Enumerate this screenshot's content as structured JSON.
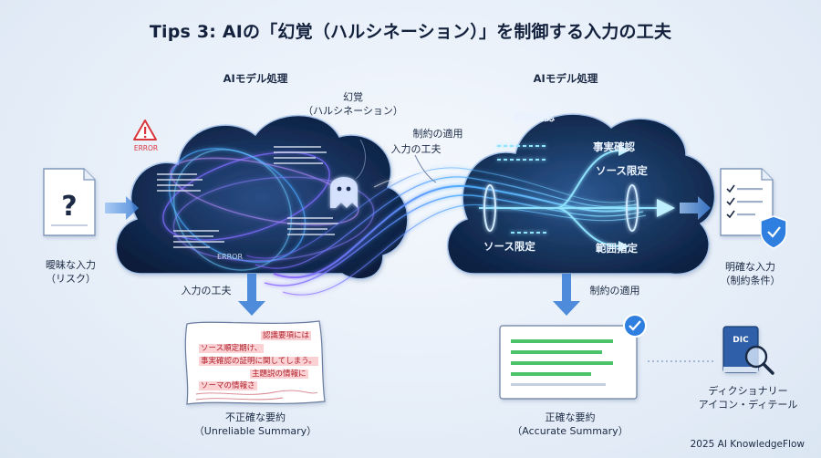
{
  "title": "Tips 3: AIの「幻覚（ハルシネーション）」を制御する入力の工夫",
  "left_cloud": {
    "heading": "AIモデル処理",
    "hallucination_label": "幻覚\n（ハルシネーション）",
    "error_top": "ERROR",
    "error_bottom": "ERROR"
  },
  "right_cloud": {
    "heading": "AIモデル処理",
    "tag_fact_top": "事実確認",
    "tag_fact": "事実確認",
    "tag_source_right": "ソース限定",
    "tag_source_left": "ソース限定",
    "tag_range": "範囲指定"
  },
  "flow_labels": {
    "constraint_top": "制約の適用",
    "input_tip_top": "入力の工夫",
    "input_tip_down": "入力の工夫",
    "constraint_down": "制約の適用"
  },
  "left_input": {
    "label": "曖昧な入力\n（リスク）",
    "icon": "question-document-icon"
  },
  "right_input": {
    "label": "明確な入力\n（制約条件）",
    "icon": "checklist-document-icon"
  },
  "bad_summary": {
    "label": "不正確な要約\n（Unreliable Summary）",
    "lines": [
      "認識要項には",
      "ソース順定期け、",
      "事実確認の証明に関してしまう。",
      "主題説の情報に",
      "ソーマの情報さ"
    ]
  },
  "good_summary": {
    "label": "正確な要約\n（Accurate Summary）"
  },
  "dictionary": {
    "label": "ディクショナリー\nアイコン・ディテール",
    "book_text": "DIC"
  },
  "footer": "2025 AI KnowledgeFlow",
  "colors": {
    "accent": "#2f7fe0",
    "cloud_dark": "#0f2547",
    "error_red": "#d9363e",
    "check_green": "#4cc36a"
  }
}
